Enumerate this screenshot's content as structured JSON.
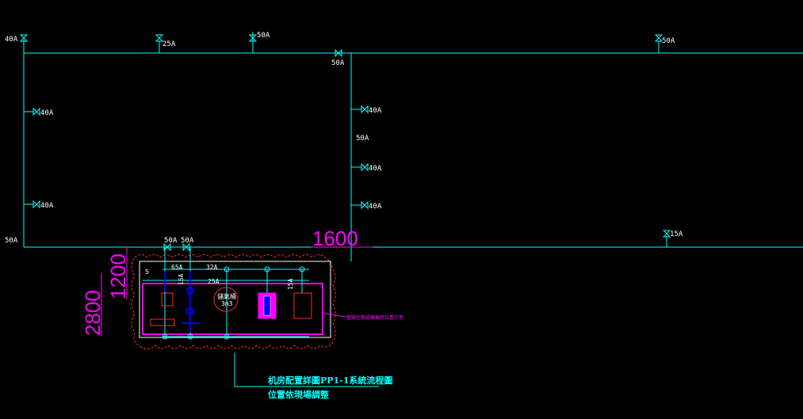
{
  "colors": {
    "background": "#000000",
    "pipe": "#00ffff",
    "label": "#ffffff",
    "dimension": "#ff00ff",
    "equipment_blue": "#0000ff",
    "equipment_red": "#ff2222",
    "cloud": "#ff0000"
  },
  "pipe_labels": {
    "top_left_40A": "40A",
    "top_25A": "25A",
    "top_50A": "50A",
    "top_mid_50A": "50A",
    "top_right_50A": "50A",
    "left_40A_1": "40A",
    "left_40A_2": "40A",
    "bottom_left_50A": "50A",
    "mid_vertical_50A": "50A",
    "mid_40A_1": "40A",
    "mid_40A_2": "40A",
    "mid_40A_3": "40A",
    "right_15A": "15A",
    "bottom_50A_1": "50A",
    "bottom_50A_2": "50A",
    "equip_65A": "65A",
    "equip_32A": "32A",
    "equip_25A": "25A",
    "equip_15A_1": "15A",
    "equip_15A_2": "15A",
    "equip_5": "5"
  },
  "dimensions": {
    "d1600": "1600",
    "d1200": "1200",
    "d2800": "2800"
  },
  "equipment": {
    "tank_label_1": "儲氣桶",
    "tank_label_2": "3m3",
    "legend_note": "壓縮空氣設備機房位置示意"
  },
  "notes": {
    "line1": "机房配置詳圖PP1-1系統流程圖",
    "line2": "位置依現場調整"
  }
}
